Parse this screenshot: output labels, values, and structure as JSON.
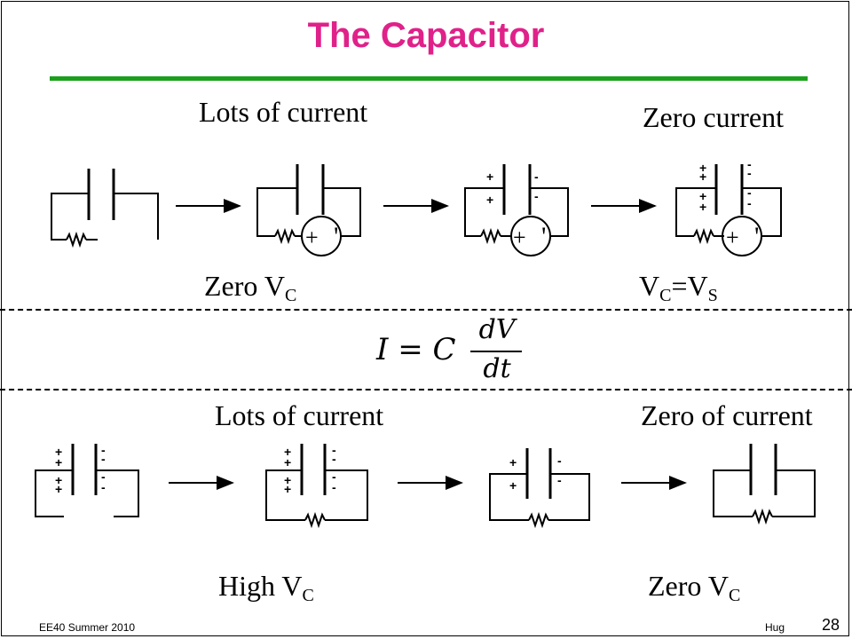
{
  "title": "The Capacitor",
  "top_labels": {
    "lots_current": "Lots of current",
    "zero_current": "Zero current",
    "zero_vc_main": "Zero V",
    "zero_vc_sub": "C",
    "vc_eq_vs_a": "V",
    "vc_eq_vs_a_sub": "C",
    "vc_eq_vs_eq": "=V",
    "vc_eq_vs_b_sub": "S"
  },
  "equation": {
    "lhs": "I = C",
    "numerator": "dV",
    "denominator": "dt"
  },
  "bottom_labels": {
    "lots_current": "Lots of current",
    "zero_of_current": "Zero of current",
    "high_vc_main": "High V",
    "high_vc_sub": "C",
    "zero_vc_main": "Zero V",
    "zero_vc_sub": "C"
  },
  "charge_marks": {
    "plus": "+",
    "minus": "-",
    "source_plus": "+",
    "source_minus": "'"
  },
  "footer": {
    "course": "EE40 Summer 2010",
    "author": "Hug",
    "page": "28"
  },
  "colors": {
    "title": "#e0218a",
    "rule": "#1ca01c"
  }
}
